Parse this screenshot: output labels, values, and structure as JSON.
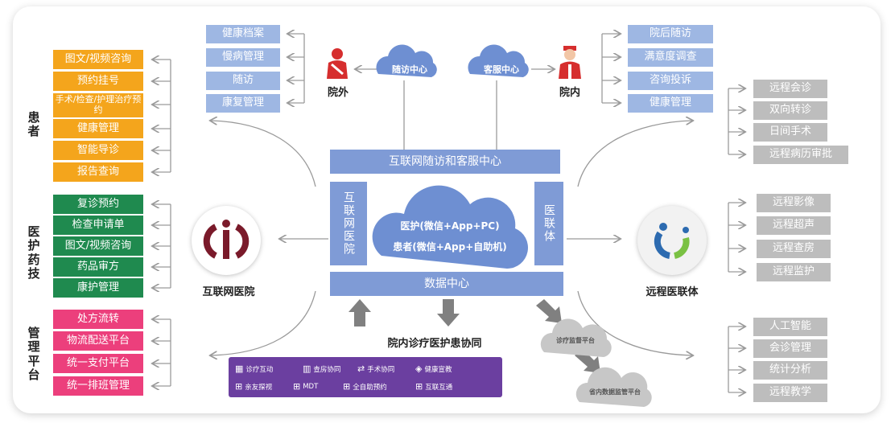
{
  "left_labels": {
    "patient": "患者",
    "nursing": "医护药技",
    "management": "管理平台"
  },
  "patient_items": [
    "图文/视频咨询",
    "预约挂号",
    "手术/检查/护理治疗预约",
    "健康管理",
    "智能导诊",
    "报告查询"
  ],
  "nursing_items": [
    "复诊预约",
    "检查申请单",
    "图文/视频咨询",
    "药品审方",
    "康护管理"
  ],
  "management_items": [
    "处方流转",
    "物流配送平台",
    "统一支付平台",
    "统一排班管理"
  ],
  "outpatient_items": [
    "健康档案",
    "慢病管理",
    "随访",
    "康复管理"
  ],
  "inpatient_items": [
    "院后随访",
    "满意度调查",
    "咨询投诉",
    "健康管理"
  ],
  "right_top_items": [
    "远程会诊",
    "双向转诊",
    "日间手术",
    "远程病历审批"
  ],
  "right_mid_items": [
    "远程影像",
    "远程超声",
    "远程查房",
    "远程监护"
  ],
  "right_bottom_items": [
    "人工智能",
    "会诊管理",
    "统计分析",
    "远程教学"
  ],
  "captions": {
    "outpatient": "院外",
    "inpatient": "院内",
    "internet_hospital": "互联网医院",
    "remote": "远程医联体",
    "collab": "院内诊疗医护患协同"
  },
  "clouds": {
    "followup": "随访中心",
    "service": "客服中心",
    "diag_platform": "诊疗监督平台",
    "provincial_platform": "省内数据监管平台"
  },
  "center": {
    "top_bar": "互联网随访和客服中心",
    "left_col": "互联网医院",
    "right_col": "医联体",
    "cloud_line1": "医护(微信+App+PC)",
    "cloud_line2": "患者(微信+App+自助机)",
    "bottom_bar": "数据中心"
  },
  "purple_items": [
    "诊疗互动",
    "查房协同",
    "手术协同",
    "健康宣教",
    "亲友探视",
    "MDT",
    "全自助预约",
    "互联互通"
  ],
  "colors": {
    "orange": "#f4a51c",
    "green": "#1f8a4f",
    "pink": "#ec3f7c",
    "blue": "#9eb7e3",
    "gray": "#bdbdbd",
    "purple": "#6b3fa0"
  }
}
